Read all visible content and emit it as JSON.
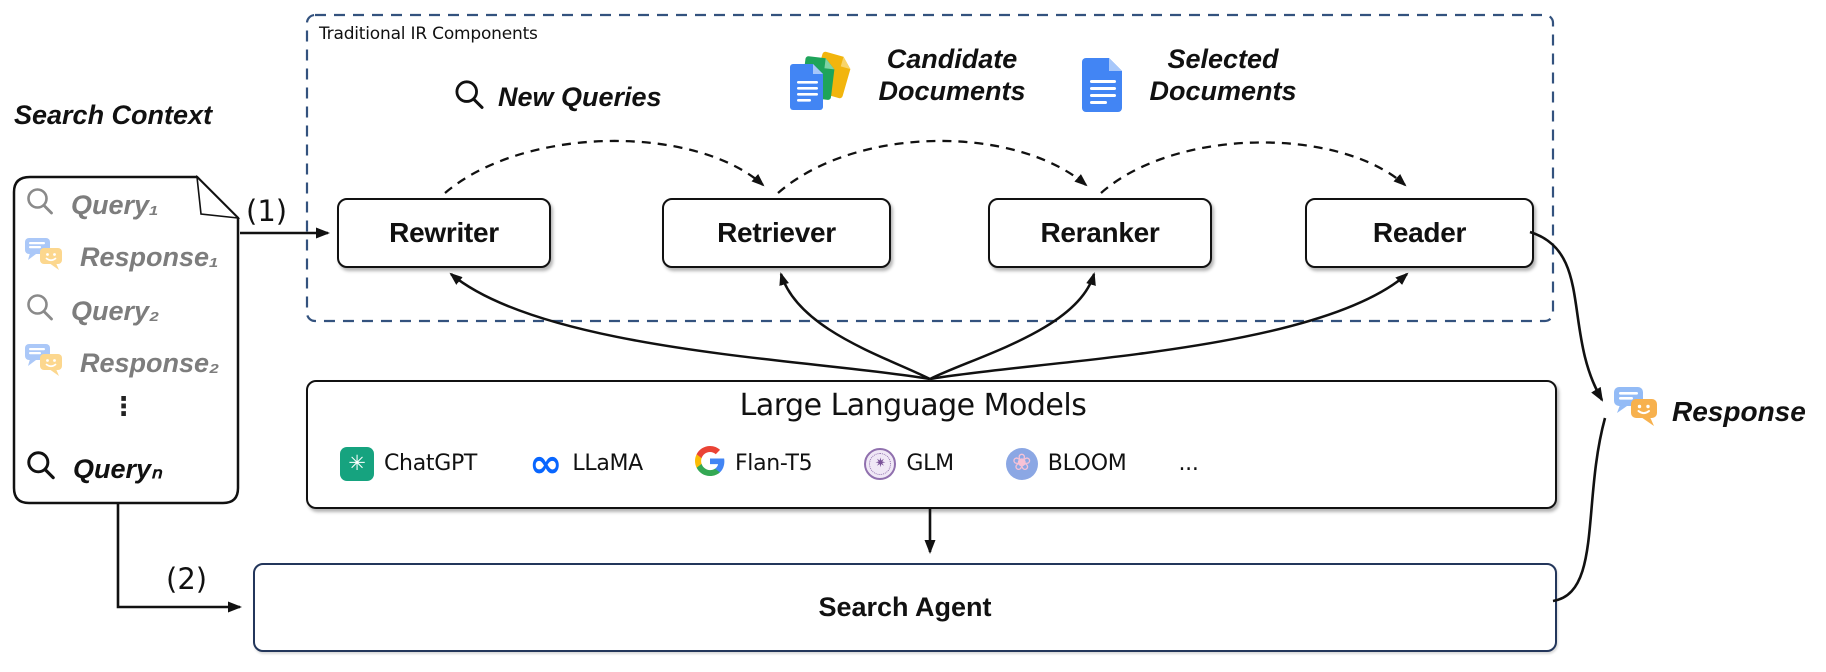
{
  "search_context": {
    "title": "Search Context",
    "items": [
      {
        "icon": "magnifier-icon",
        "label": "Query₁"
      },
      {
        "icon": "chat-bubbles-icon",
        "label": "Response₁"
      },
      {
        "icon": "magnifier-icon",
        "label": "Query₂"
      },
      {
        "icon": "chat-bubbles-icon",
        "label": "Response₂"
      },
      {
        "icon": "vertical-ellipsis",
        "label": "⋮"
      },
      {
        "icon": "magnifier-icon",
        "label": "Queryₙ"
      }
    ]
  },
  "ir_panel": {
    "title": "Traditional IR Components",
    "flow_labels": [
      {
        "icon": "magnifier-icon",
        "label": "New Queries"
      },
      {
        "icon": "documents-stack-icon",
        "label": "Candidate Documents"
      },
      {
        "icon": "document-icon",
        "label": "Selected Documents"
      }
    ],
    "components": [
      {
        "label": "Rewriter"
      },
      {
        "label": "Retriever"
      },
      {
        "label": "Reranker"
      },
      {
        "label": "Reader"
      }
    ]
  },
  "llm_box": {
    "title": "Large Language Models",
    "models": [
      {
        "icon": "openai-icon",
        "name": "ChatGPT"
      },
      {
        "icon": "meta-icon",
        "name": "LLaMA"
      },
      {
        "icon": "google-icon",
        "name": "Flan-T5"
      },
      {
        "icon": "tsinghua-seal-icon",
        "name": "GLM"
      },
      {
        "icon": "bloom-flower-icon",
        "name": "BLOOM"
      },
      {
        "icon": "none",
        "name": "..."
      }
    ]
  },
  "search_agent": {
    "title": "Search Agent"
  },
  "labels": {
    "arrow_1": "(1)",
    "arrow_2": "(2)",
    "response": "Response"
  },
  "icons": {
    "openai_glyph": "✳",
    "meta_glyph": "∞",
    "glm_glyph": "✷",
    "bloom_glyph": "❀"
  },
  "colors": {
    "dashed_panel_border": "#33527e",
    "search_agent_border": "#23365b",
    "doc_blue": "#4285f4",
    "doc_green": "#1ea45a",
    "doc_yellow": "#f2b50d",
    "openai_green": "#16a37f",
    "meta_blue": "#0866ff",
    "muted_item_text": "#7d7d7d"
  }
}
